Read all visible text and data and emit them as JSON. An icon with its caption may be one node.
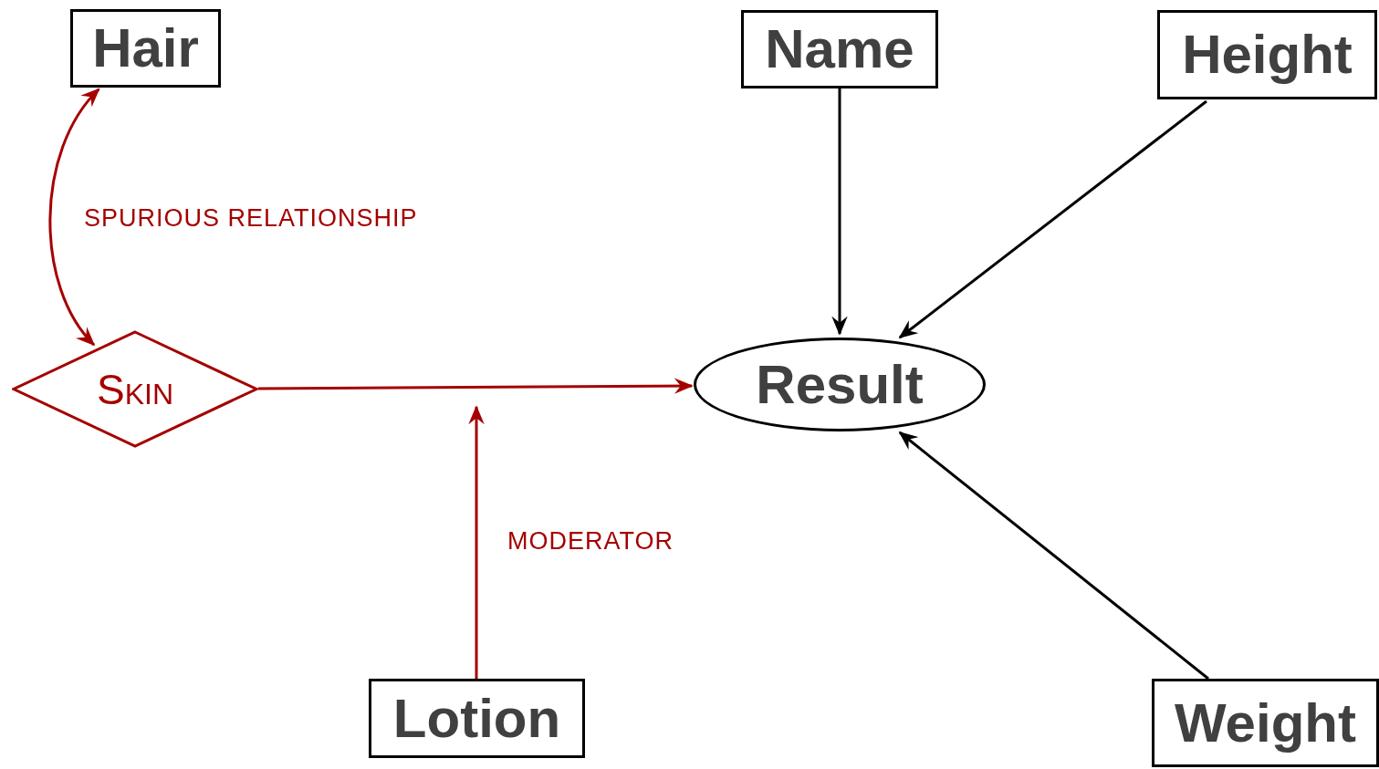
{
  "diagram": {
    "nodes": [
      {
        "text": [
          "Hair"
        ]
      },
      {
        "text": [
          "Name"
        ]
      },
      {
        "text": [
          "Height"
        ]
      },
      {
        "text": [
          "Skin"
        ]
      },
      {
        "text": [
          "Result"
        ]
      },
      {
        "text": [
          "Lotion"
        ]
      },
      {
        "text": [
          "Weight"
        ]
      }
    ],
    "edges": [
      {
        "from": 0,
        "to": 3,
        "arrow": "both",
        "label": "SPURIOUS RELATIONSHIP",
        "color": "#a50000"
      },
      {
        "from": 3,
        "to": 4,
        "arrow": "to",
        "color": "#a50000"
      },
      {
        "from": 1,
        "to": 4,
        "arrow": "to",
        "color": "#000000"
      },
      {
        "from": 2,
        "to": 4,
        "arrow": "to",
        "color": "#000000"
      },
      {
        "from": 6,
        "to": 4,
        "arrow": "to",
        "color": "#000000"
      },
      {
        "from": 5,
        "to": null,
        "arrow": "to",
        "label": "MODERATOR",
        "color": "#a50000"
      }
    ]
  }
}
